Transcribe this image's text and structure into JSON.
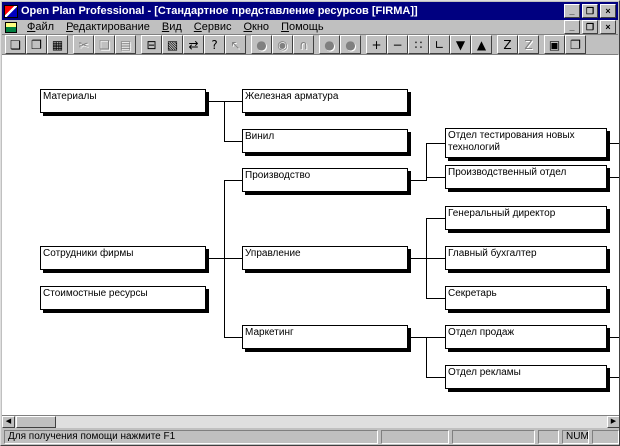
{
  "window": {
    "title": "Open Plan Professional - [Стандартное представление ресурсов [FIRMA]]",
    "controls": {
      "minimize": "_",
      "restore": "❐",
      "close": "×"
    }
  },
  "menu": {
    "items": [
      {
        "label": "Файл"
      },
      {
        "label": "Редактирование"
      },
      {
        "label": "Вид"
      },
      {
        "label": "Сервис"
      },
      {
        "label": "Окно"
      },
      {
        "label": "Помощь"
      }
    ]
  },
  "toolbar": {
    "groups": [
      [
        {
          "name": "new-file",
          "glyph": "❏",
          "enabled": true
        },
        {
          "name": "open-file",
          "glyph": "❐",
          "enabled": true
        },
        {
          "name": "save-file",
          "glyph": "▦",
          "enabled": true
        }
      ],
      [
        {
          "name": "cut",
          "glyph": "✂",
          "enabled": false
        },
        {
          "name": "copy",
          "glyph": "❑",
          "enabled": false
        },
        {
          "name": "paste",
          "glyph": "▤",
          "enabled": false
        }
      ],
      [
        {
          "name": "print",
          "glyph": "⊟",
          "enabled": true
        },
        {
          "name": "print-preview",
          "glyph": "▧",
          "enabled": true
        },
        {
          "name": "goto-view",
          "glyph": "⇄",
          "enabled": true
        },
        {
          "name": "help",
          "glyph": "?",
          "enabled": true
        },
        {
          "name": "context-help",
          "glyph": "↖",
          "enabled": false
        }
      ],
      [
        {
          "name": "activity-circle",
          "glyph": "●",
          "enabled": false
        },
        {
          "name": "activity-query",
          "glyph": "◉",
          "enabled": false
        },
        {
          "name": "activity-arch",
          "glyph": "∩",
          "enabled": false
        }
      ],
      [
        {
          "name": "node-circle-a",
          "glyph": "●",
          "enabled": false
        },
        {
          "name": "node-circle-b",
          "glyph": "●",
          "enabled": false
        }
      ],
      [
        {
          "name": "add-item",
          "glyph": "+",
          "enabled": true
        },
        {
          "name": "remove-item",
          "glyph": "−",
          "enabled": true
        },
        {
          "name": "link-items",
          "glyph": "∷",
          "enabled": true
        },
        {
          "name": "outline-items",
          "glyph": "∟",
          "enabled": true
        },
        {
          "name": "move-down",
          "glyph": "▼",
          "enabled": true
        },
        {
          "name": "move-up",
          "glyph": "▲",
          "enabled": true
        }
      ],
      [
        {
          "name": "sort-z",
          "glyph": "Z",
          "enabled": true
        },
        {
          "name": "sort-z-alt",
          "glyph": "Z",
          "enabled": false
        }
      ],
      [
        {
          "name": "tile-windows",
          "glyph": "▣",
          "enabled": true
        },
        {
          "name": "cascade-windows",
          "glyph": "❐",
          "enabled": true
        }
      ]
    ]
  },
  "tree": {
    "nodes": [
      {
        "label": "Материалы"
      },
      {
        "label": "Сотрудники фирмы"
      },
      {
        "label": "Стоимостные ресурсы"
      },
      {
        "label": "Железная арматура"
      },
      {
        "label": "Винил"
      },
      {
        "label": "Производство"
      },
      {
        "label": "Управление"
      },
      {
        "label": "Маркетинг"
      },
      {
        "label": "Отдел тестирования новых технологий"
      },
      {
        "label": "Производственный отдел"
      },
      {
        "label": "Генеральный директор"
      },
      {
        "label": "Главный бухгалтер"
      },
      {
        "label": "Секретарь"
      },
      {
        "label": "Отдел продаж"
      },
      {
        "label": "Отдел рекламы"
      }
    ]
  },
  "scrollbar": {
    "left_arrow": "◀",
    "right_arrow": "▶"
  },
  "statusbar": {
    "help_text": "Для получения помощи нажмите F1",
    "num_indicator": "NUM"
  },
  "colors": {
    "titlebar": "#000080",
    "chrome": "#c0c0c0",
    "canvas": "#ffffff"
  }
}
